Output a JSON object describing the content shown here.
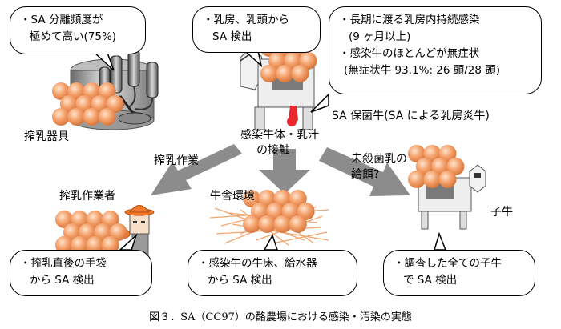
{
  "bubbles": {
    "milker_rate": [
      "・SA 分離頻度が",
      "極めて高い(75%)"
    ],
    "udder_detect": [
      "・乳房、乳頭から",
      "SA 検出"
    ],
    "chronic": [
      "・長期に渡る乳房内持続感染",
      "(9 ヶ月以上)",
      "・感染牛のほとんどが無症状",
      "(無症状牛 93.1%: 26 頭/28 頭)"
    ],
    "gloves": [
      "・搾乳直後の手袋",
      "から SA 検出"
    ],
    "barn": [
      "・感染牛の牛床、給水器",
      "から SA 検出"
    ],
    "calves": [
      "・調査した全ての子牛",
      "で SA 検出"
    ]
  },
  "labels": {
    "milking_equipment": "搾乳器具",
    "carrier_cow": "SA 保菌牛(SA による乳房炎牛)",
    "contact": [
      "感染牛体・乳汁",
      "の接触"
    ],
    "milking_work": "搾乳作業",
    "worker": "搾乳作業者",
    "barn_env": "牛舎環境",
    "unsterilized_milk": [
      "未殺菌乳の",
      "給餌?"
    ],
    "calf": "子牛"
  },
  "caption": "図３．SA（CC97）の酪農場における感染・汚染の実態",
  "colors": {
    "bacteria": "#f4a06a",
    "arrow": "#8c8c8c",
    "teat": "#e8282e"
  }
}
